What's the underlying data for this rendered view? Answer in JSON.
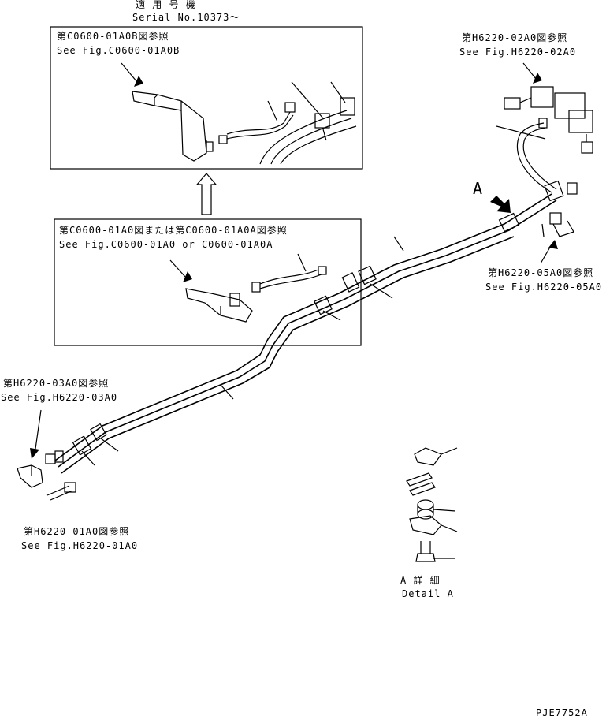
{
  "applicability": {
    "title_jp": "適 用 号 機",
    "serial": "Serial No.10373～"
  },
  "callouts": {
    "top_box_jp": "第C0600-01A0B図参照",
    "top_box_en": "See Fig.C0600-01A0B",
    "mid_box_jp": "第C0600-01A0図または第C0600-01A0A図参照",
    "mid_box_en": "See Fig.C0600-01A0 or C0600-01A0A",
    "h02_jp": "第H6220-02A0図参照",
    "h02_en": "See Fig.H6220-02A0",
    "h05_jp": "第H6220-05A0図参照",
    "h05_en": "See Fig.H6220-05A0",
    "h03_jp": "第H6220-03A0図参照",
    "h03_en": "See Fig.H6220-03A0",
    "h01_jp": "第H6220-01A0図参照",
    "h01_en": "See Fig.H6220-01A0"
  },
  "view_marker": "A",
  "detail": {
    "title_jp": "A 詳 細",
    "title_en": "Detail A"
  },
  "drawing_no": "PJE7752A"
}
